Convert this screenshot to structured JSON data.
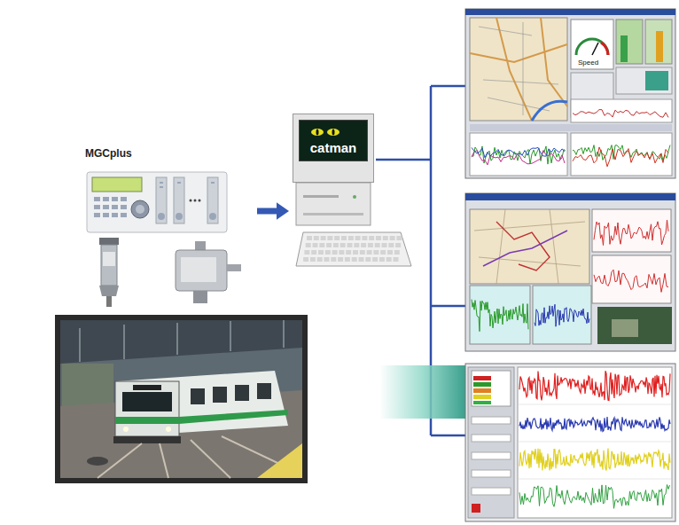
{
  "diagram": {
    "nodes": [
      {
        "text": [
          "MGCplus"
        ]
      },
      {
        "text": [
          "catman"
        ]
      }
    ],
    "edges": [
      {
        "from": 0,
        "to": 1,
        "arrow": "to"
      }
    ],
    "labels": [
      "Speed"
    ]
  }
}
